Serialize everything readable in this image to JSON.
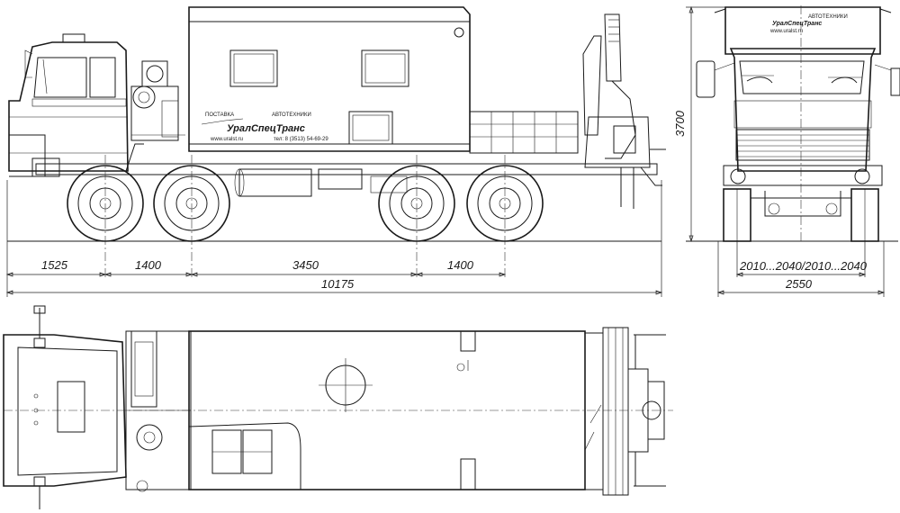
{
  "dimensions": {
    "front_overhang": "1525",
    "axle_gap_front": "1400",
    "wheelbase": "3450",
    "axle_gap_rear": "1400",
    "total_length": "10175",
    "height": "3700",
    "track": "2010...2040/2010...2040",
    "width": "2550"
  },
  "body_branding": {
    "supplier_label": "ПОСТАВКА",
    "product_label": "АВТОТЕХНИКИ",
    "company_name": "УралСпецТранс",
    "website": "www.uralst.ru",
    "phone": "тел: 8 (3513) 54-69-29"
  },
  "front_branding": {
    "product_label": "АВТОТЕХНИКИ",
    "company_name": "УралСпецТранс",
    "website": "www.uralst.ru"
  }
}
